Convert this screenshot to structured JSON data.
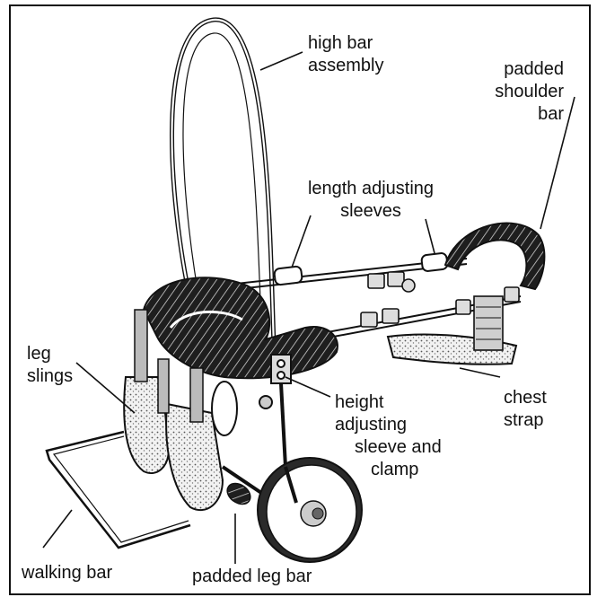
{
  "labels": {
    "high_bar": [
      "high bar",
      "assembly"
    ],
    "padded_shoulder_bar": [
      "padded",
      "shoulder",
      "bar"
    ],
    "length_adjusting": [
      "length adjusting",
      "sleeves"
    ],
    "leg_slings": [
      "leg",
      "slings"
    ],
    "height_adjusting": [
      "height",
      "adjusting",
      "sleeve and",
      "clamp"
    ],
    "chest_strap": [
      "chest",
      "strap"
    ],
    "walking_bar": [
      "walking bar"
    ],
    "padded_leg_bar": [
      "padded leg bar"
    ]
  },
  "colors": {
    "ink": "#111111",
    "background": "#ffffff",
    "fill_light": "#e8e8e8",
    "fill_dark": "#2a2a2a"
  }
}
